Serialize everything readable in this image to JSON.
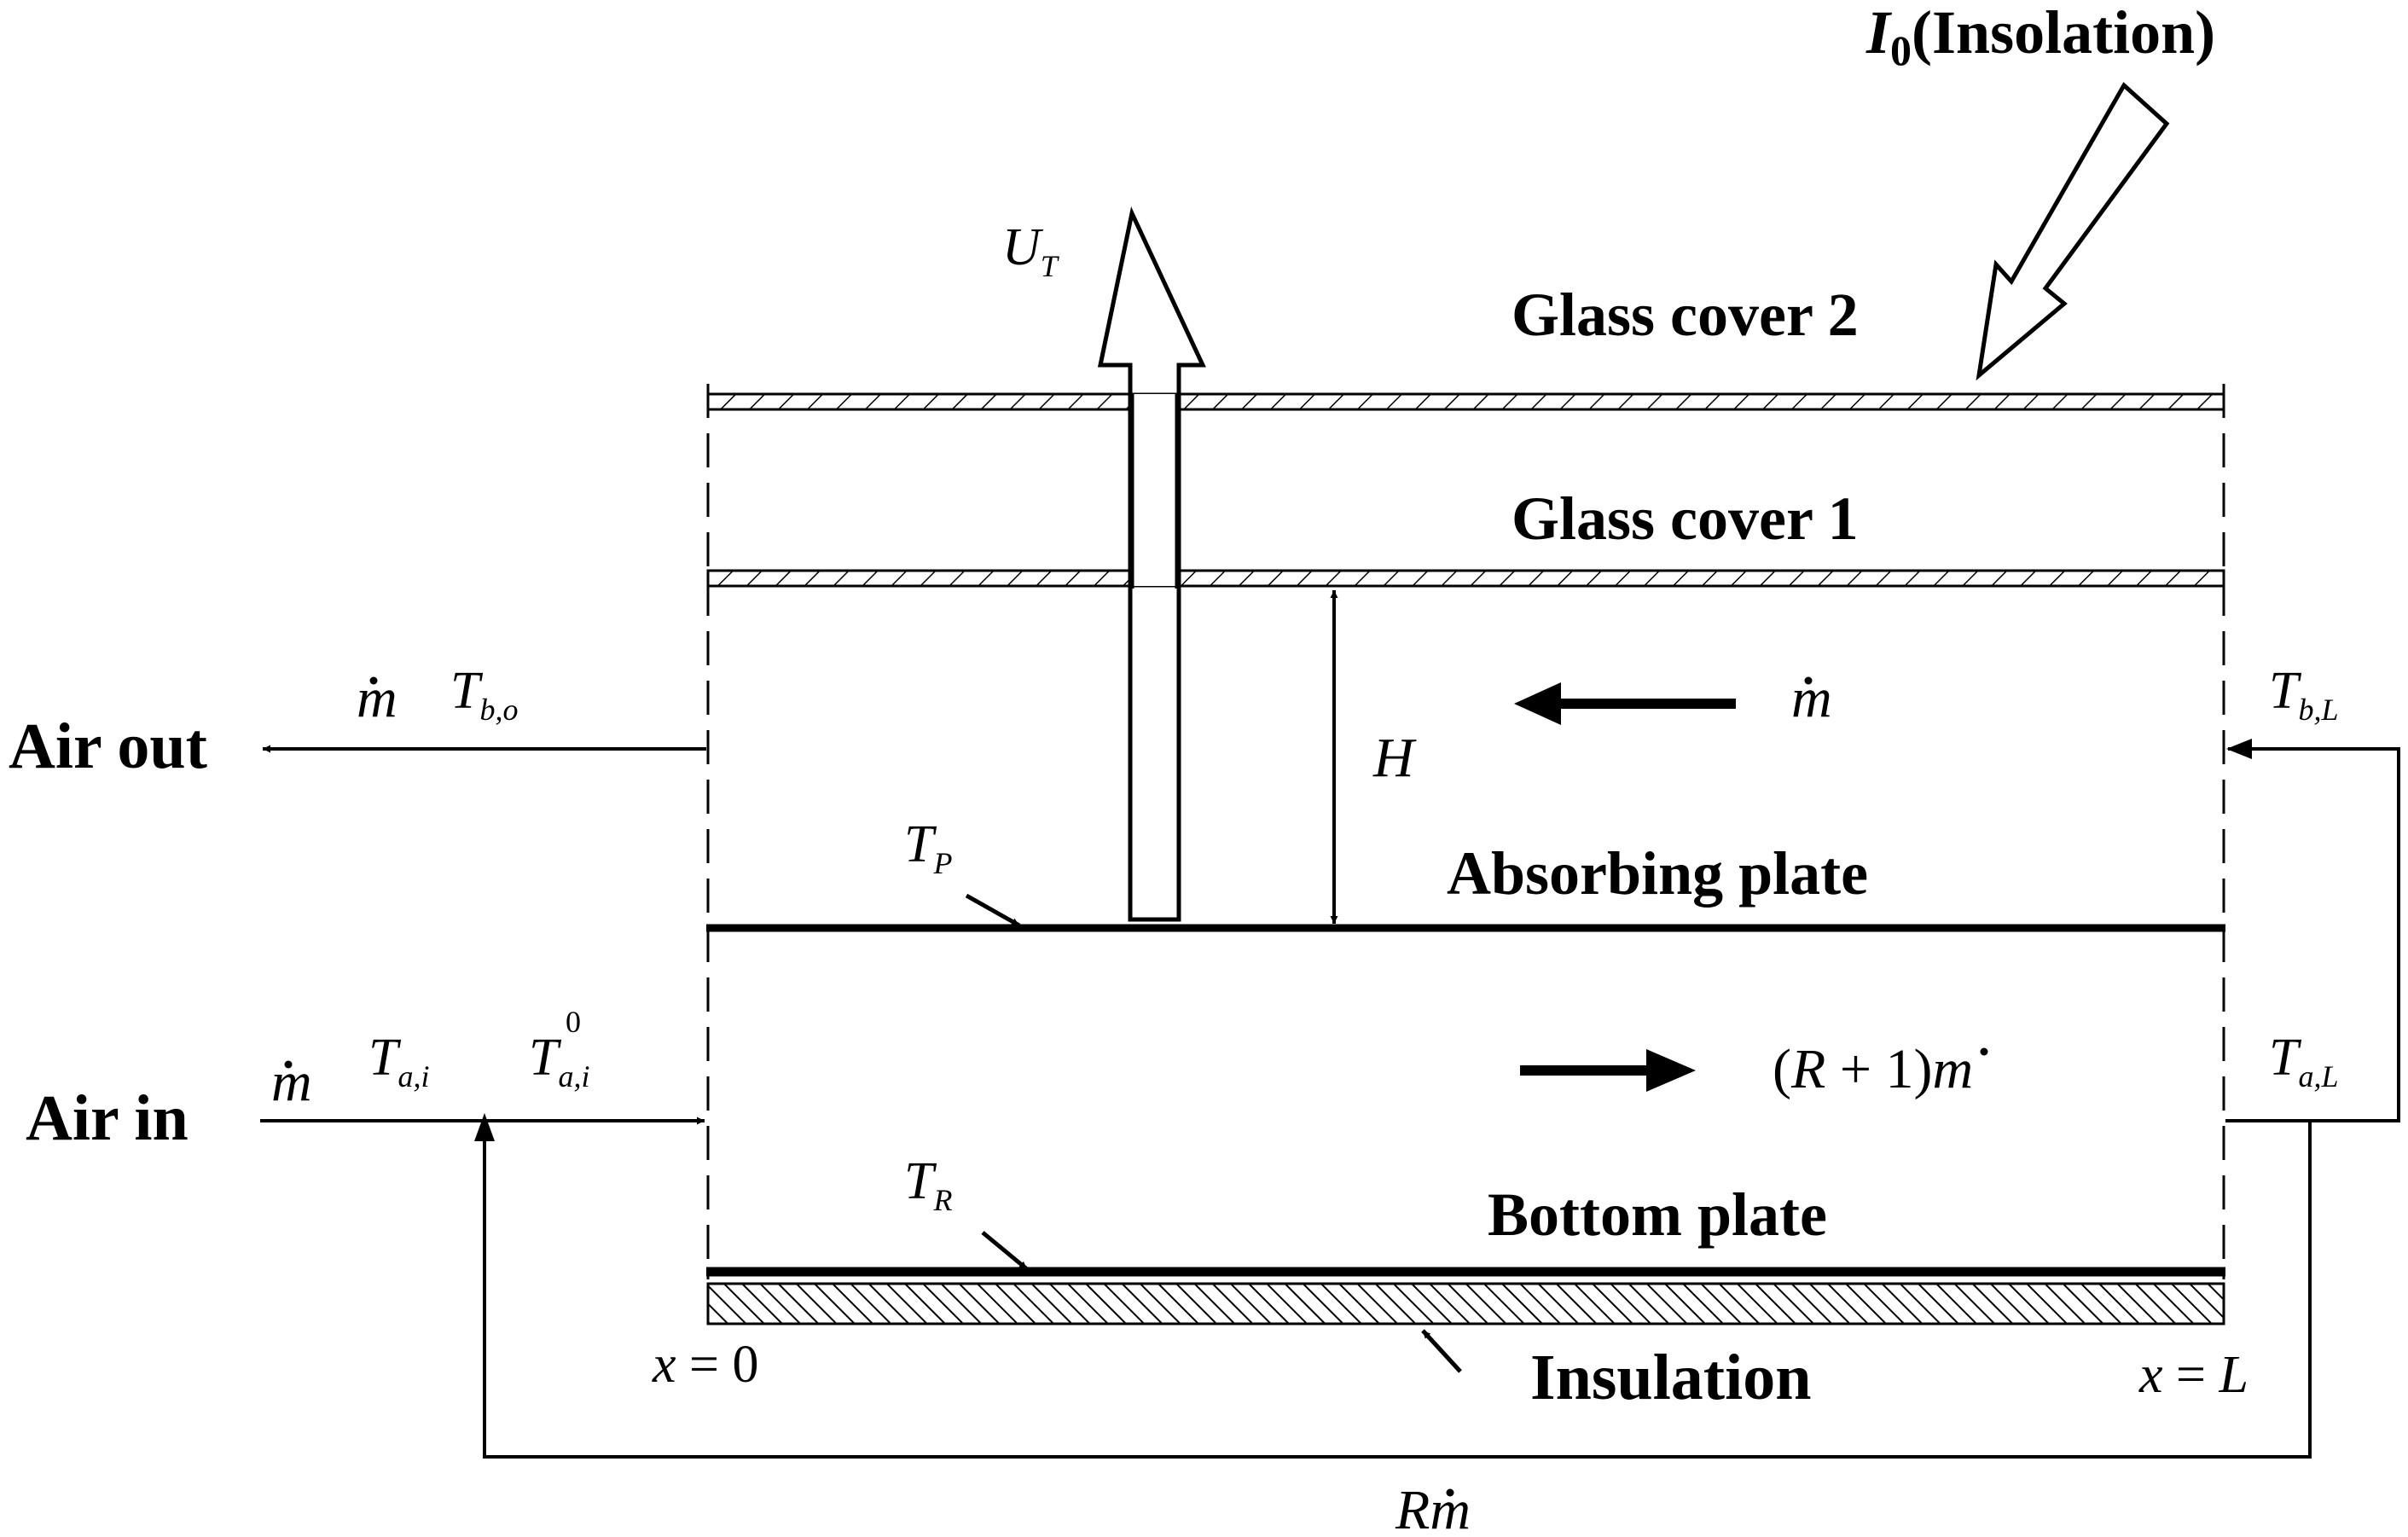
{
  "insolation": {
    "symbol": "I",
    "subscript": "0",
    "text": "(Insolation)"
  },
  "labels": {
    "glass_cover_2": "Glass cover 2",
    "glass_cover_1": "Glass cover 1",
    "absorbing_plate": "Absorbing plate",
    "bottom_plate": "Bottom plate",
    "insulation": "Insulation",
    "air_out": "Air out",
    "air_in": "Air in"
  },
  "symbols": {
    "ut": {
      "base": "U",
      "sub": "T"
    },
    "h": {
      "base": "H"
    },
    "tp": {
      "base": "T",
      "sub": "P"
    },
    "tr": {
      "base": "T",
      "sub": "R"
    },
    "tbo": {
      "base": "T",
      "sub": "b,o"
    },
    "tbl": {
      "base": "T",
      "sub": "b,L"
    },
    "tai": {
      "base": "T",
      "sub": "a,i"
    },
    "tai0": {
      "base": "T",
      "sub": "a,i",
      "sup": "0"
    },
    "tal": {
      "base": "T",
      "sub": "a,L"
    },
    "m_out": {
      "base": "m"
    },
    "m_upper": {
      "base": "m"
    },
    "m_in": {
      "base": "m"
    },
    "flow_lower": {
      "open": "(",
      "r": "R",
      "plus": " + 1)",
      "m": "m"
    },
    "recycle": {
      "r": "R",
      "m": "m"
    },
    "x0": {
      "x": "x",
      "eq": " = 0"
    },
    "xl": {
      "x": "x",
      "eq": " = ",
      "l": "L"
    }
  }
}
